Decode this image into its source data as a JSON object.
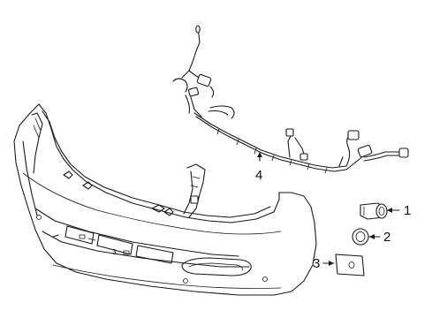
{
  "diagram": {
    "callouts": [
      {
        "id": "1",
        "label": "1"
      },
      {
        "id": "2",
        "label": "2"
      },
      {
        "id": "3",
        "label": "3"
      },
      {
        "id": "4",
        "label": "4"
      }
    ],
    "bumper_mark": "3"
  }
}
